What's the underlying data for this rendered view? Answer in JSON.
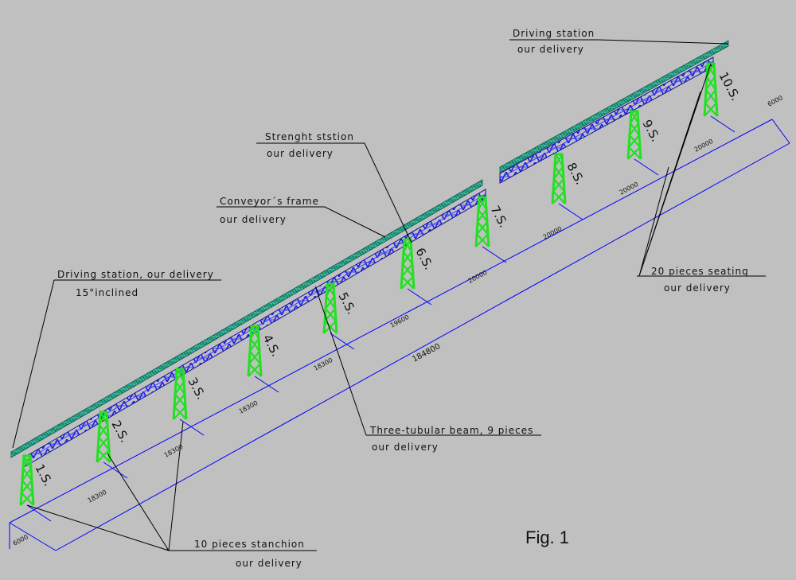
{
  "callouts": {
    "driving_top": [
      "Driving station",
      "our delivery"
    ],
    "strength": [
      "Strenght ststion",
      "our delivery"
    ],
    "frame": [
      "Conveyor´s frame",
      "our delivery"
    ],
    "driving_left": [
      "Driving station, our delivery",
      "15°inclined"
    ],
    "seating": [
      "20 pieces seating",
      "our delivery"
    ],
    "beam": [
      "Three-tubular beam, 9 pieces",
      "our delivery"
    ],
    "stanchion": [
      "10 pieces stanchion",
      "our delivery"
    ]
  },
  "stanchions": [
    "1.S.",
    "2.S.",
    "3.S.",
    "4.S.",
    "5.S.",
    "6.S.",
    "7.S.",
    "8.S.",
    "9.S.",
    "10.S."
  ],
  "spans": [
    "6000",
    "18300",
    "18300",
    "18300",
    "18300",
    "19600",
    "20000",
    "20000",
    "20000",
    "20000",
    "6000"
  ],
  "total_length": "184800",
  "figure_label": "Fig. 1",
  "colors": {
    "background": "#c0c0c0",
    "stanchion": "#22e022",
    "beam": "#1c1cdc",
    "frame": "#2aa890",
    "dimension": "#0000ff",
    "leader": "#000000"
  }
}
